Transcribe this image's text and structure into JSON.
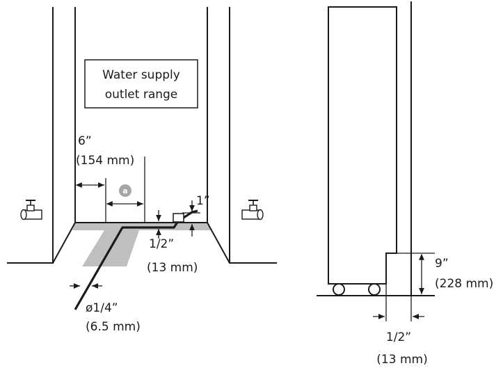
{
  "front_view": {
    "outlet_range_box": {
      "line1": "Water supply",
      "line2": "outlet range"
    },
    "dim_side_gap": {
      "line1": "6”",
      "line2": "(154 mm)"
    },
    "badge_a": "a",
    "dim_height_top": "1”",
    "dim_height_bottom": {
      "line1": "1/2”",
      "line2": "(13 mm)"
    },
    "dim_tube": {
      "line1": "ø1/4”",
      "line2": "(6.5 mm)"
    },
    "icons": [
      "water-valve-icon",
      "water-valve-icon"
    ]
  },
  "side_view": {
    "dim_height": {
      "line1": "9”",
      "line2": "(228 mm)"
    },
    "dim_gap": {
      "line1": "1/2”",
      "line2": "(13 mm)"
    }
  },
  "colors": {
    "line": "#1a1a1a",
    "floor_shade": "#bfbfbf",
    "badge": "#a6a6a6"
  }
}
